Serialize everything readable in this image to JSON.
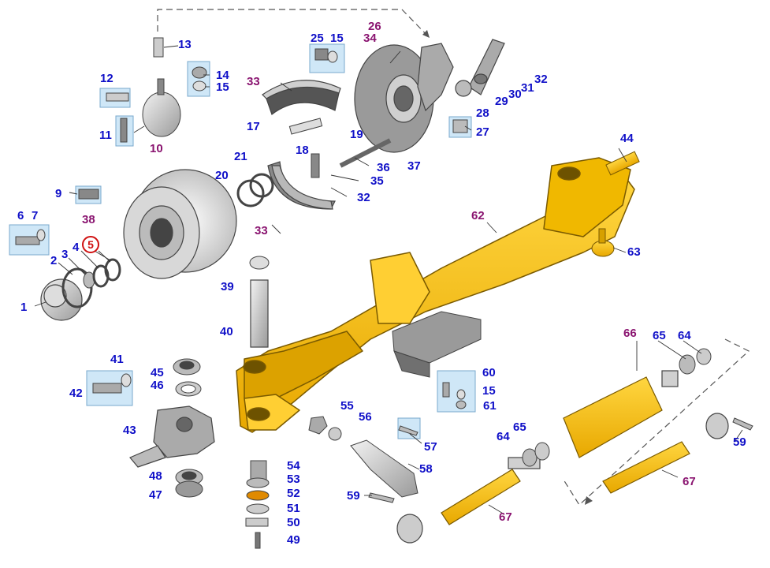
{
  "labels": {
    "n1": "1",
    "n2": "2",
    "n3": "3",
    "n4": "4",
    "n5": "5",
    "n6": "6",
    "n7": "7",
    "n9": "9",
    "n10": "10",
    "n11": "11",
    "n12": "12",
    "n13": "13",
    "n14": "14",
    "n15a": "15",
    "n15b": "15",
    "n15c": "15",
    "n17": "17",
    "n18": "18",
    "n19": "19",
    "n20": "20",
    "n21": "21",
    "n25": "25",
    "n26": "26",
    "n27": "27",
    "n28": "28",
    "n29": "29",
    "n30": "30",
    "n31": "31",
    "n32a": "32",
    "n32b": "32",
    "n33a": "33",
    "n33b": "33",
    "n34": "34",
    "n35": "35",
    "n36": "36",
    "n37": "37",
    "n38": "38",
    "n39": "39",
    "n40": "40",
    "n41": "41",
    "n42": "42",
    "n43": "43",
    "n44": "44",
    "n45": "45",
    "n46": "46",
    "n47": "47",
    "n48": "48",
    "n49": "49",
    "n50": "50",
    "n51": "51",
    "n52": "52",
    "n53": "53",
    "n54": "54",
    "n55": "55",
    "n56": "56",
    "n57": "57",
    "n58": "58",
    "n59a": "59",
    "n59b": "59",
    "n60": "60",
    "n61": "61",
    "n62": "62",
    "n63": "63",
    "n64a": "64",
    "n64b": "64",
    "n65a": "65",
    "n65b": "65",
    "n66": "66",
    "n67a": "67",
    "n67b": "67"
  },
  "colors": {
    "label_blue": "#1010c8",
    "label_purple": "#8a1470",
    "circled_red": "#d01010",
    "axle_yellow": "#f5b800",
    "callout_box": "#cfe7f7"
  }
}
